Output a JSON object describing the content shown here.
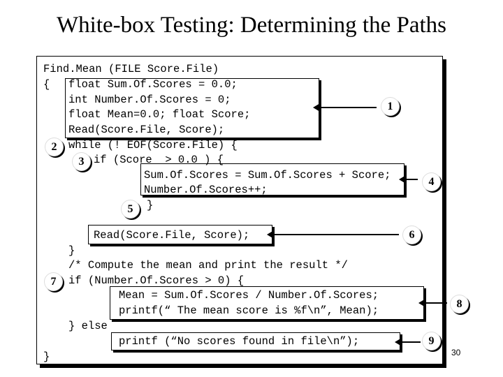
{
  "title": "White-box Testing: Determining the Paths",
  "code": {
    "l1": "Find.Mean (FILE Score.File)",
    "l2": "{",
    "l3": "float Sum.Of.Scores = 0.0;",
    "l4": "int Number.Of.Scores = 0;",
    "l5": "float Mean=0.0; float Score;",
    "l6": "Read(Score.File, Score);",
    "l7": "while (! EOF(Score.File) {",
    "l8": "if (Score  > 0.0 ) {",
    "l9": "Sum.Of.Scores = Sum.Of.Scores + Score;",
    "l10": "Number.Of.Scores++;",
    "l11": "}",
    "l12": "Read(Score.File, Score);",
    "l13": "}",
    "l14": "/* Compute the mean and print the result */",
    "l15": "if (Number.Of.Scores > 0) {",
    "l16": "Mean = Sum.Of.Scores / Number.Of.Scores;",
    "l17": "printf(“ The mean score is %f\\n”, Mean);",
    "l18": "} else",
    "l19": "printf (“No scores found in file\\n”);",
    "l20": "}"
  },
  "nodes": [
    "1",
    "2",
    "3",
    "4",
    "5",
    "6",
    "7",
    "8",
    "9"
  ],
  "page_number": "30"
}
